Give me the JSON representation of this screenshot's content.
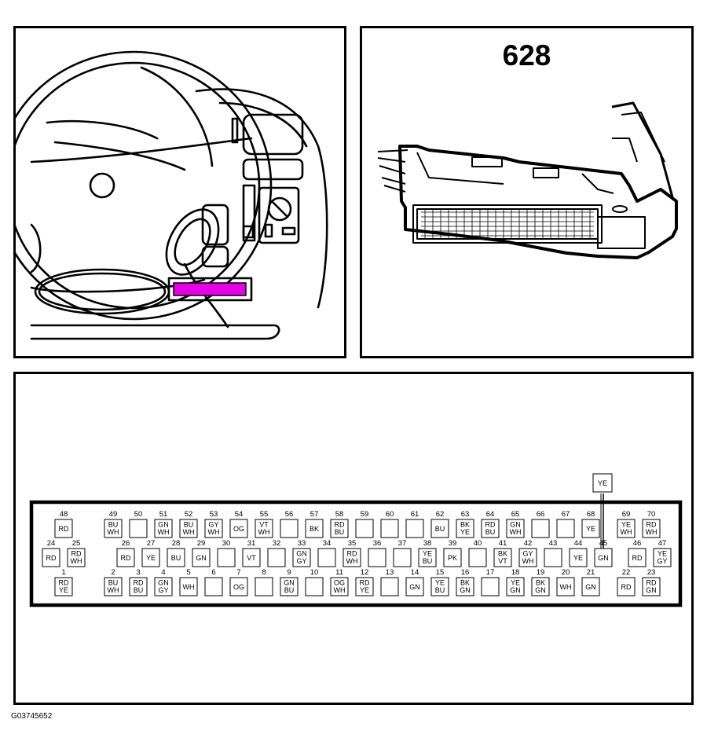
{
  "module_label": "628",
  "figure_id": "G03745652",
  "highlight_color": "#e600e6",
  "connector": {
    "top_wire_color": [
      "YE"
    ],
    "rows": [
      {
        "row": "top",
        "pins": [
          {
            "num": "48",
            "colors": [
              "RD"
            ]
          },
          {
            "num": "49",
            "colors": [
              "BU",
              "WH"
            ]
          },
          {
            "num": "50",
            "colors": []
          },
          {
            "num": "51",
            "colors": [
              "GN",
              "WH"
            ]
          },
          {
            "num": "52",
            "colors": [
              "BU",
              "WH"
            ]
          },
          {
            "num": "53",
            "colors": [
              "GY",
              "WH"
            ]
          },
          {
            "num": "54",
            "colors": [
              "OG"
            ]
          },
          {
            "num": "55",
            "colors": [
              "VT",
              "WH"
            ]
          },
          {
            "num": "56",
            "colors": []
          },
          {
            "num": "57",
            "colors": [
              "BK"
            ]
          },
          {
            "num": "58",
            "colors": [
              "RD",
              "BU"
            ]
          },
          {
            "num": "59",
            "colors": []
          },
          {
            "num": "60",
            "colors": []
          },
          {
            "num": "61",
            "colors": []
          },
          {
            "num": "62",
            "colors": [
              "BU"
            ]
          },
          {
            "num": "63",
            "colors": [
              "BK",
              "YE"
            ]
          },
          {
            "num": "64",
            "colors": [
              "RD",
              "BU"
            ]
          },
          {
            "num": "65",
            "colors": [
              "GN",
              "WH"
            ]
          },
          {
            "num": "66",
            "colors": []
          },
          {
            "num": "67",
            "colors": []
          },
          {
            "num": "68",
            "colors": [
              "YE"
            ]
          },
          {
            "num": "69",
            "colors": [
              "YE",
              "WH"
            ]
          },
          {
            "num": "70",
            "colors": [
              "RD",
              "WH"
            ]
          }
        ]
      },
      {
        "row": "middle",
        "pins": [
          {
            "num": "24",
            "colors": [
              "RD"
            ]
          },
          {
            "num": "25",
            "colors": [
              "RD",
              "WH"
            ]
          },
          {
            "num": "26",
            "colors": [
              "RD"
            ]
          },
          {
            "num": "27",
            "colors": [
              "YE"
            ]
          },
          {
            "num": "28",
            "colors": [
              "BU"
            ]
          },
          {
            "num": "29",
            "colors": [
              "GN"
            ]
          },
          {
            "num": "30",
            "colors": []
          },
          {
            "num": "31",
            "colors": [
              "VT"
            ]
          },
          {
            "num": "32",
            "colors": []
          },
          {
            "num": "33",
            "colors": [
              "GN",
              "GY"
            ]
          },
          {
            "num": "34",
            "colors": []
          },
          {
            "num": "35",
            "colors": [
              "RD",
              "WH"
            ]
          },
          {
            "num": "36",
            "colors": []
          },
          {
            "num": "37",
            "colors": []
          },
          {
            "num": "38",
            "colors": [
              "YE",
              "BU"
            ]
          },
          {
            "num": "39",
            "colors": [
              "PK"
            ]
          },
          {
            "num": "40",
            "colors": []
          },
          {
            "num": "41",
            "colors": [
              "BK",
              "VT"
            ]
          },
          {
            "num": "42",
            "colors": [
              "GY",
              "WH"
            ]
          },
          {
            "num": "43",
            "colors": []
          },
          {
            "num": "44",
            "colors": [
              "YE"
            ]
          },
          {
            "num": "45",
            "colors": [
              "GN"
            ]
          },
          {
            "num": "46",
            "colors": [
              "RD"
            ]
          },
          {
            "num": "47",
            "colors": [
              "YE",
              "GY"
            ]
          }
        ]
      },
      {
        "row": "bottom",
        "pins": [
          {
            "num": "1",
            "colors": [
              "RD",
              "YE"
            ]
          },
          {
            "num": "2",
            "colors": [
              "BU",
              "WH"
            ]
          },
          {
            "num": "3",
            "colors": [
              "RD",
              "BU"
            ]
          },
          {
            "num": "4",
            "colors": [
              "GN",
              "GY"
            ]
          },
          {
            "num": "5",
            "colors": [
              "WH"
            ]
          },
          {
            "num": "6",
            "colors": []
          },
          {
            "num": "7",
            "colors": [
              "OG"
            ]
          },
          {
            "num": "8",
            "colors": []
          },
          {
            "num": "9",
            "colors": [
              "GN",
              "BU"
            ]
          },
          {
            "num": "10",
            "colors": []
          },
          {
            "num": "11",
            "colors": [
              "OG",
              "WH"
            ]
          },
          {
            "num": "12",
            "colors": [
              "RD",
              "YE"
            ]
          },
          {
            "num": "13",
            "colors": []
          },
          {
            "num": "14",
            "colors": [
              "GN"
            ]
          },
          {
            "num": "15",
            "colors": [
              "YE",
              "BU"
            ]
          },
          {
            "num": "16",
            "colors": [
              "BK",
              "GN"
            ]
          },
          {
            "num": "17",
            "colors": []
          },
          {
            "num": "18",
            "colors": [
              "YE",
              "GN"
            ]
          },
          {
            "num": "19",
            "colors": [
              "BK",
              "GN"
            ]
          },
          {
            "num": "20",
            "colors": [
              "WH"
            ]
          },
          {
            "num": "21",
            "colors": [
              "GN"
            ]
          },
          {
            "num": "22",
            "colors": [
              "RD"
            ]
          },
          {
            "num": "23",
            "colors": [
              "RD",
              "GN"
            ]
          }
        ]
      }
    ]
  }
}
